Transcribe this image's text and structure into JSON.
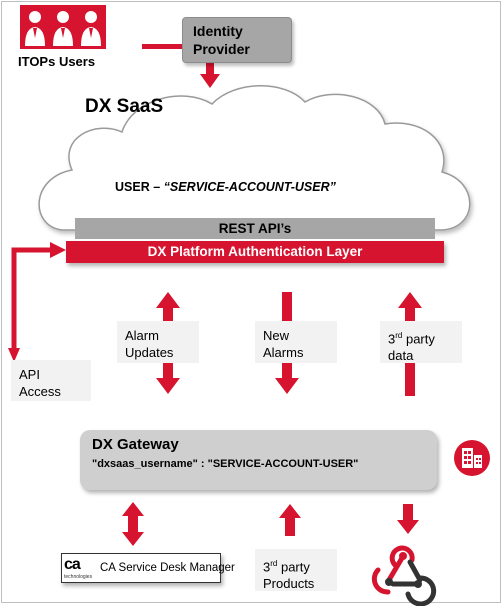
{
  "diagram": {
    "users_label": "ITOPs Users",
    "identity_provider": {
      "line1": "Identity",
      "line2": "Provider"
    },
    "saas_title": "DX SaaS",
    "service_user": {
      "prefix": "USER – ",
      "name": "“SERVICE-ACCOUNT-USER”"
    },
    "rest_api": "REST API’s",
    "auth_layer": "DX Platform Authentication Layer",
    "api_access": {
      "line1": "API",
      "line2": "Access"
    },
    "alarm_updates": {
      "line1": "Alarm",
      "line2": "Updates"
    },
    "new_alarms": {
      "line1": "New",
      "line2": "Alarms"
    },
    "third_party_data": {
      "num": "3",
      "sup": "rd",
      "rest": " party",
      "line2": "data"
    },
    "gateway": {
      "title": "DX Gateway",
      "config": "\"dxsaas_username\" : \"SERVICE-ACCOUNT-USER\""
    },
    "ca_logo": {
      "mark": "ca",
      "sub": "technologies",
      "text": "CA Service Desk Manager"
    },
    "third_party_products": {
      "num": "3",
      "sup": "rd",
      "rest": " party",
      "line2": "Products"
    }
  },
  "colors": {
    "accent_red": "#d7142f",
    "gray_box": "#a6a6a6",
    "gateway_gray": "#cfcfcf",
    "label_bg": "#f2f2f2"
  },
  "icons": [
    "users-icon",
    "building-icon",
    "webhook-icon"
  ]
}
